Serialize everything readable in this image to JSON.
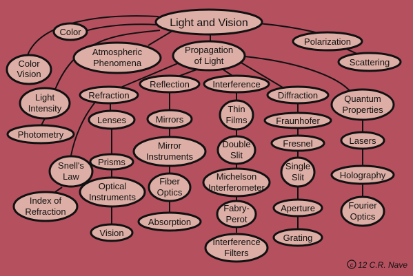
{
  "title": "Light and Vision",
  "copyright": "12 C.R. Nave",
  "copyright_symbol": "c",
  "nodes": {
    "light_and_vision": "Light and Vision",
    "color": "Color",
    "polarization": "Polarization",
    "color_vision": [
      "Color",
      "Vision"
    ],
    "atmospheric_phenomena": [
      "Atmospheric",
      "Phenomena"
    ],
    "propagation_of_light": [
      "Propagation",
      "of Light"
    ],
    "scattering": "Scattering",
    "light_intensity": [
      "Light",
      "Intensity"
    ],
    "refraction": "Refraction",
    "reflection": "Reflection",
    "interference": "Interference",
    "diffraction": "Diffraction",
    "quantum_properties": [
      "Quantum",
      "Properties"
    ],
    "photometry": "Photometry",
    "lenses": "Lenses",
    "mirrors": "Mirrors",
    "thin_films": [
      "Thin",
      "Films"
    ],
    "fraunhofer": "Fraunhofer",
    "lasers": "Lasers",
    "mirror_instruments": [
      "Mirror",
      "Instruments"
    ],
    "double_slit": [
      "Double",
      "Slit"
    ],
    "fresnel": "Fresnel",
    "snells_law": [
      "Snell's",
      "Law"
    ],
    "prisms": "Prisms",
    "single_slit": [
      "Single",
      "Slit"
    ],
    "holography": "Holography",
    "optical_instruments": [
      "Optical",
      "Instruments"
    ],
    "fiber_optics": [
      "Fiber",
      "Optics"
    ],
    "michelson_interferometer": [
      "Michelson",
      "Interferometer"
    ],
    "index_of_refraction": [
      "Index of",
      "Refraction"
    ],
    "fabry_perot": [
      "Fabry-",
      "Perot"
    ],
    "aperture": "Aperture",
    "fourier_optics": [
      "Fourier",
      "Optics"
    ],
    "absorption": "Absorption",
    "vision": "Vision",
    "grating": "Grating",
    "interference_filters": [
      "Interference",
      "Filters"
    ]
  }
}
